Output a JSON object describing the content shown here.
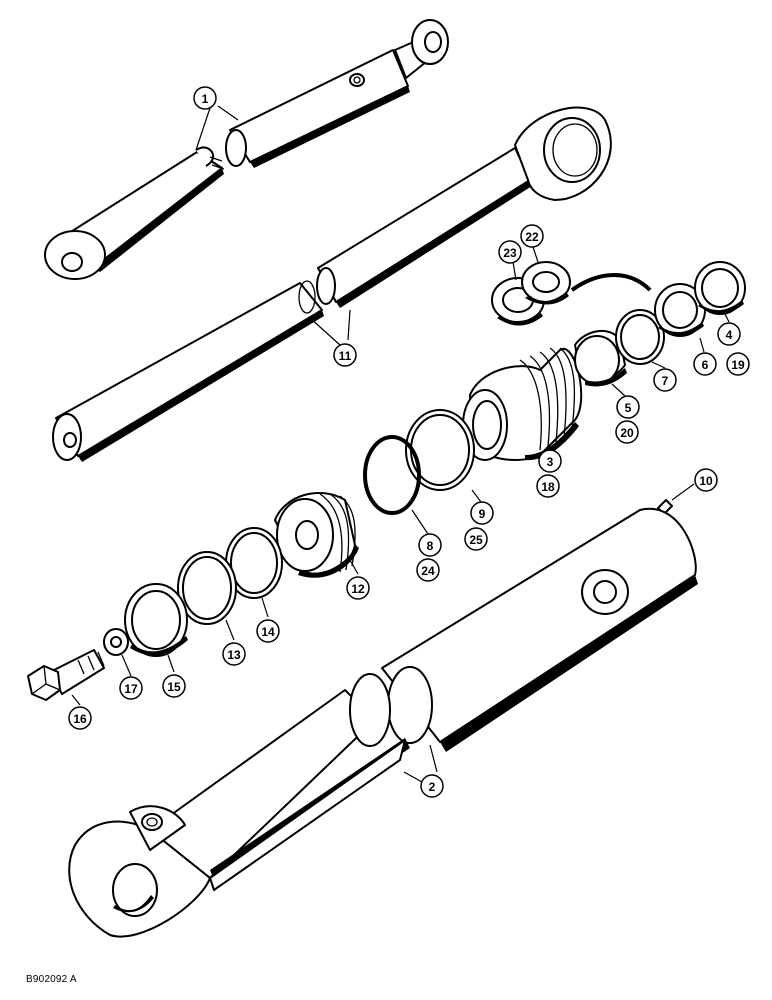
{
  "figure_id": "B902092 A",
  "callouts": [
    {
      "id": "c1",
      "label": "1"
    },
    {
      "id": "c11",
      "label": "11"
    },
    {
      "id": "c22",
      "label": "22"
    },
    {
      "id": "c23",
      "label": "23"
    },
    {
      "id": "c4",
      "label": "4"
    },
    {
      "id": "c19",
      "label": "19"
    },
    {
      "id": "c6",
      "label": "6"
    },
    {
      "id": "c7",
      "label": "7"
    },
    {
      "id": "c5",
      "label": "5"
    },
    {
      "id": "c20",
      "label": "20"
    },
    {
      "id": "c3",
      "label": "3"
    },
    {
      "id": "c18",
      "label": "18"
    },
    {
      "id": "c9",
      "label": "9"
    },
    {
      "id": "c25",
      "label": "25"
    },
    {
      "id": "c8",
      "label": "8"
    },
    {
      "id": "c24",
      "label": "24"
    },
    {
      "id": "c10",
      "label": "10"
    },
    {
      "id": "c12",
      "label": "12"
    },
    {
      "id": "c14",
      "label": "14"
    },
    {
      "id": "c13",
      "label": "13"
    },
    {
      "id": "c15",
      "label": "15"
    },
    {
      "id": "c17",
      "label": "17"
    },
    {
      "id": "c16",
      "label": "16"
    },
    {
      "id": "c2",
      "label": "2"
    }
  ]
}
